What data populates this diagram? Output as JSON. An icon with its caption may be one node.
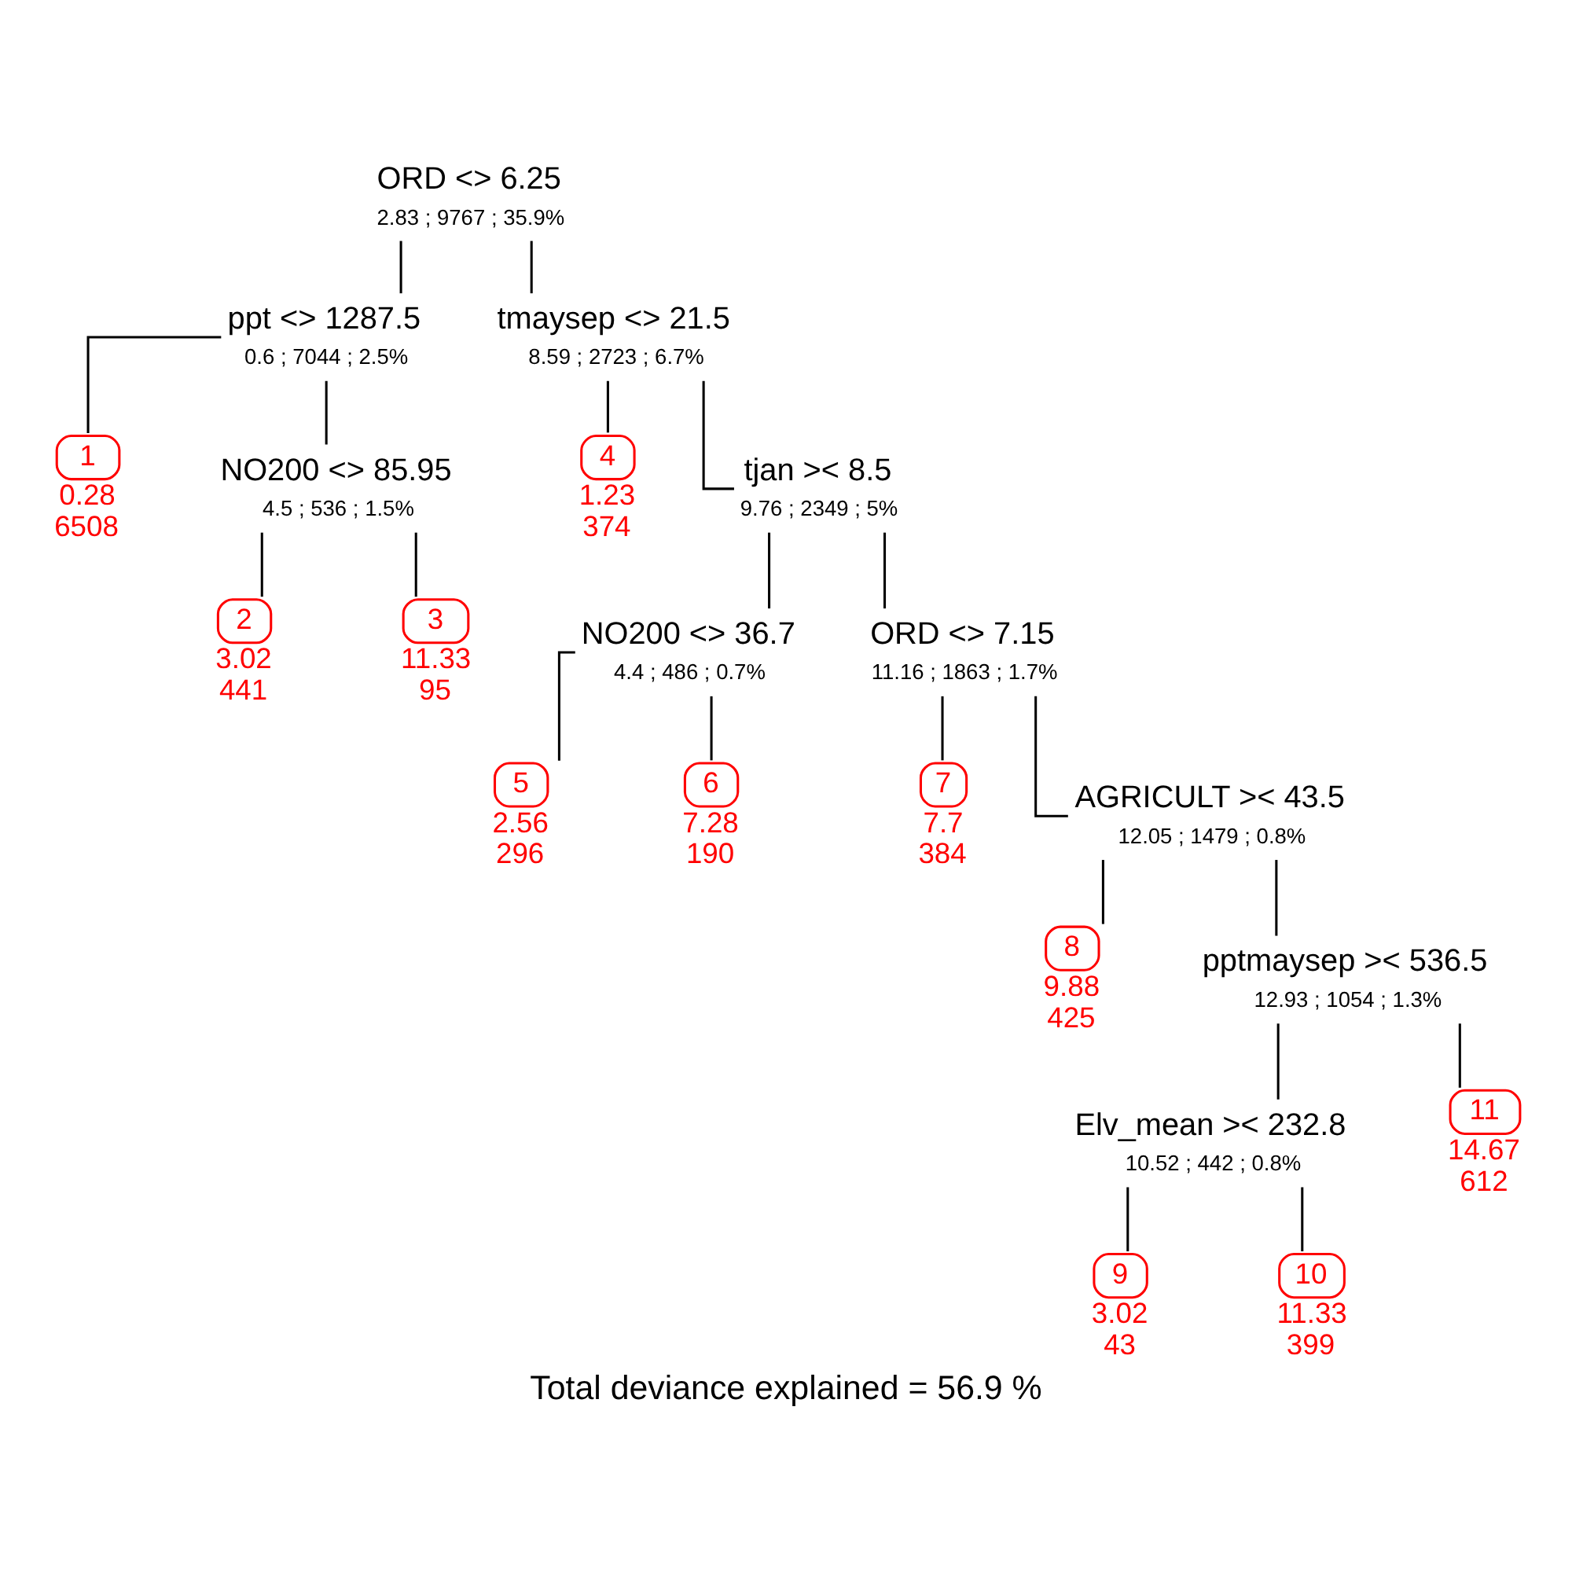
{
  "diagram": {
    "caption": "Total deviance explained = 56.9 %",
    "nodes": [
      {
        "text": [
          "ORD <> 6.25",
          "2.83 ; 9767 ; 35.9%"
        ]
      },
      {
        "text": [
          "ppt <> 1287.5",
          "0.6 ; 7044 ; 2.5%"
        ]
      },
      {
        "text": [
          "tmaysep <> 21.5",
          "8.59 ; 2723 ; 6.7%"
        ]
      },
      {
        "text": [
          "1"
        ],
        "beside": [
          "0.28",
          "6508"
        ]
      },
      {
        "text": [
          "NO200 <> 85.95",
          "4.5 ; 536 ; 1.5%"
        ]
      },
      {
        "text": [
          "4"
        ],
        "beside": [
          "1.23",
          "374"
        ]
      },
      {
        "text": [
          "tjan >< 8.5",
          "9.76 ; 2349 ; 5%"
        ]
      },
      {
        "text": [
          "2"
        ],
        "beside": [
          "3.02",
          "441"
        ]
      },
      {
        "text": [
          "3"
        ],
        "beside": [
          "11.33",
          "95"
        ]
      },
      {
        "text": [
          "NO200 <> 36.7",
          "4.4 ; 486 ; 0.7%"
        ]
      },
      {
        "text": [
          "ORD <> 7.15",
          "11.16 ; 1863 ; 1.7%"
        ]
      },
      {
        "text": [
          "5"
        ],
        "beside": [
          "2.56",
          "296"
        ]
      },
      {
        "text": [
          "6"
        ],
        "beside": [
          "7.28",
          "190"
        ]
      },
      {
        "text": [
          "7"
        ],
        "beside": [
          "7.7",
          "384"
        ]
      },
      {
        "text": [
          "AGRICULT >< 43.5",
          "12.05 ; 1479 ; 0.8%"
        ]
      },
      {
        "text": [
          "8"
        ],
        "beside": [
          "9.88",
          "425"
        ]
      },
      {
        "text": [
          "pptmaysep >< 536.5",
          "12.93 ; 1054 ; 1.3%"
        ]
      },
      {
        "text": [
          "Elv_mean >< 232.8",
          "10.52 ; 442 ; 0.8%"
        ]
      },
      {
        "text": [
          "11"
        ],
        "beside": [
          "14.67",
          "612"
        ]
      },
      {
        "text": [
          "9"
        ],
        "beside": [
          "3.02",
          "43"
        ]
      },
      {
        "text": [
          "10"
        ],
        "beside": [
          "11.33",
          "399"
        ]
      }
    ],
    "edges": [
      {
        "from": 0,
        "to": 1,
        "arrow": "none"
      },
      {
        "from": 0,
        "to": 2,
        "arrow": "none"
      },
      {
        "from": 1,
        "to": 3,
        "arrow": "none"
      },
      {
        "from": 1,
        "to": 4,
        "arrow": "none"
      },
      {
        "from": 4,
        "to": 7,
        "arrow": "none"
      },
      {
        "from": 4,
        "to": 8,
        "arrow": "none"
      },
      {
        "from": 2,
        "to": 5,
        "arrow": "none"
      },
      {
        "from": 2,
        "to": 6,
        "arrow": "none"
      },
      {
        "from": 6,
        "to": 9,
        "arrow": "none"
      },
      {
        "from": 6,
        "to": 10,
        "arrow": "none"
      },
      {
        "from": 9,
        "to": 11,
        "arrow": "none"
      },
      {
        "from": 9,
        "to": 12,
        "arrow": "none"
      },
      {
        "from": 10,
        "to": 13,
        "arrow": "none"
      },
      {
        "from": 10,
        "to": 14,
        "arrow": "none"
      },
      {
        "from": 14,
        "to": 15,
        "arrow": "none"
      },
      {
        "from": 14,
        "to": 16,
        "arrow": "none"
      },
      {
        "from": 16,
        "to": 17,
        "arrow": "none"
      },
      {
        "from": 16,
        "to": 18,
        "arrow": "none"
      },
      {
        "from": 17,
        "to": 19,
        "arrow": "none"
      },
      {
        "from": 17,
        "to": 20,
        "arrow": "none"
      }
    ]
  }
}
